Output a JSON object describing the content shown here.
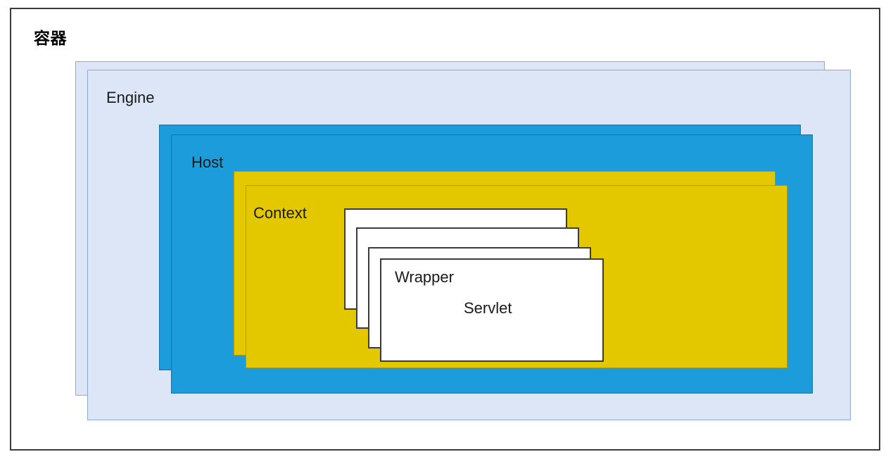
{
  "diagram": {
    "title": "容器",
    "type": "nested-layered-architecture",
    "layers": [
      {
        "id": "engine",
        "label": "Engine",
        "color": "#dce6f7",
        "border_color": "#8ea9d2",
        "stack_count": 2
      },
      {
        "id": "host",
        "label": "Host",
        "color": "#1d9cdc",
        "border_color": "#1173a6",
        "stack_count": 2
      },
      {
        "id": "context",
        "label": "Context",
        "color": "#e3c800",
        "border_color": "#b39d00",
        "stack_count": 2
      },
      {
        "id": "wrapper",
        "label": "Wrapper",
        "sub_label": "Servlet",
        "color": "#ffffff",
        "border_color": "#3b3b3b",
        "stack_count": 4
      }
    ],
    "frame": {
      "border_color": "#3b3b3b",
      "background": "#ffffff"
    }
  }
}
